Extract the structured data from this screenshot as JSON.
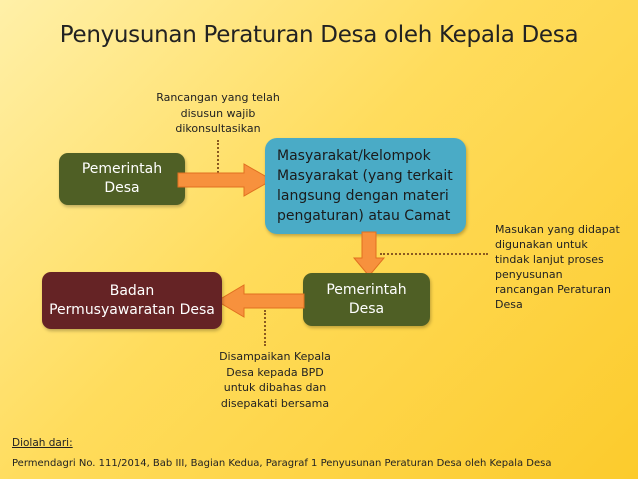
{
  "title": "Penyusunan Peraturan Desa oleh Kepala Desa",
  "nodes": {
    "pemerintah_desa_1": [
      "Pemerintah",
      "Desa"
    ],
    "masyarakat": [
      "Masyarakat/kelompok",
      "Masyarakat (yang terkait",
      "langsung dengan materi",
      "pengaturan) atau Camat"
    ],
    "pemerintah_desa_2": [
      "Pemerintah",
      "Desa"
    ],
    "bpd": [
      "Badan",
      "Permusyawaratan Desa"
    ]
  },
  "notes": {
    "consult": [
      "Rancangan yang telah",
      "disusun wajib",
      "dikonsultasikan"
    ],
    "input": [
      "Masukan yang didapat",
      "digunakan untuk",
      "tindak lanjut proses",
      "penyusunan",
      "rancangan Peraturan",
      "Desa"
    ],
    "submit": [
      "Disampaikan Kepala",
      "Desa kepada BPD",
      "untuk dibahas dan",
      "disepakati bersama"
    ]
  },
  "footer": {
    "label": "Diolah dari:",
    "source": "Permendagri No. 111/2014, Bab III, Bagian Kedua, Paragraf 1 Penyusunan Peraturan Desa oleh Kepala Desa"
  },
  "colors": {
    "green": "#4f5f25",
    "blue": "#4aabc6",
    "maroon": "#652325",
    "arrow": "#f7913d"
  }
}
